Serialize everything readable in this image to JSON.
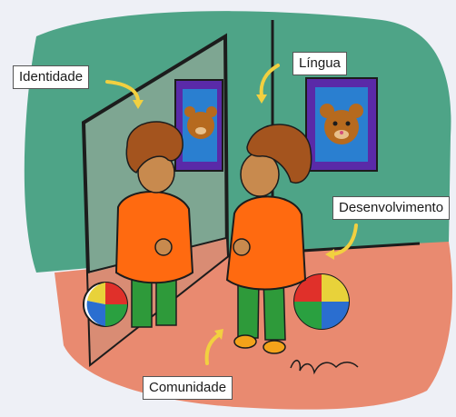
{
  "labels": {
    "identidade": "Identidade",
    "lingua": "Língua",
    "desenvolvimento": "Desenvolvimento",
    "comunidade": "Comunidade"
  },
  "colors": {
    "wall": "#4ea487",
    "floor": "#e98a70",
    "mirror": "#7ea692",
    "frame": "#5a2aa8",
    "sweater": "#ff6a10",
    "pants": "#2e9a3a",
    "hair": "#a4541e",
    "skin": "#c88a4e",
    "arrow": "#f2d040"
  },
  "icons": [
    "teddy-bear-picture",
    "beach-ball",
    "signature"
  ]
}
